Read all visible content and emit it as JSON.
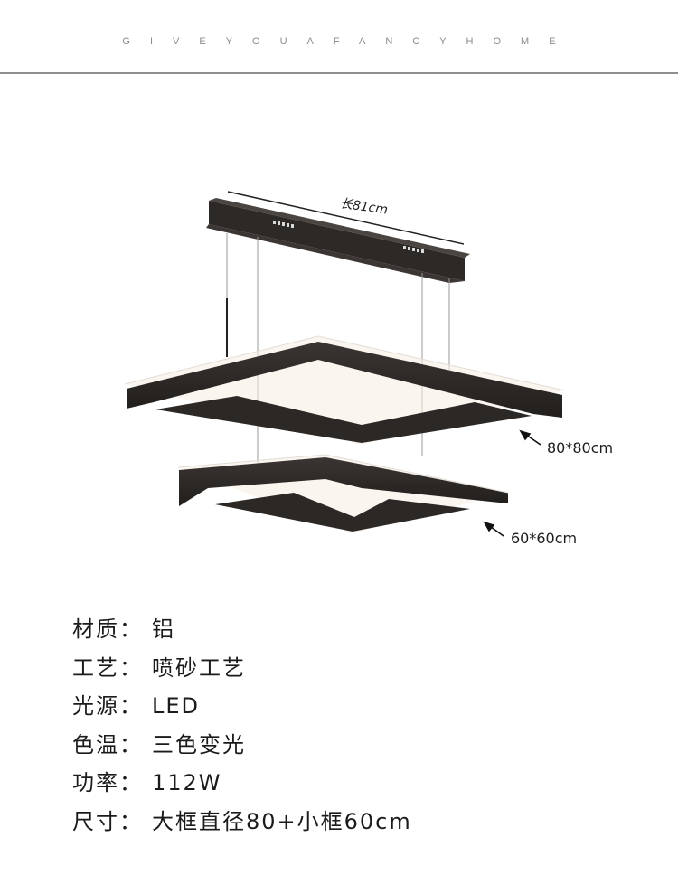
{
  "header": {
    "slogan": "GIVEYOUAFANCYHOME"
  },
  "illustration": {
    "subject": "two-tier square LED pendant chandelier",
    "canopy_length_label": "长81cm",
    "large_frame_label": "80*80cm",
    "small_frame_label": "60*60cm",
    "colors": {
      "frame": "#2e2a27",
      "glow": "#f6efe2",
      "wire": "#8a8a8a"
    }
  },
  "specs": [
    {
      "label": "材质：",
      "value": "铝"
    },
    {
      "label": "工艺：",
      "value": "喷砂工艺"
    },
    {
      "label": "光源：",
      "value": "LED"
    },
    {
      "label": "色温：",
      "value": "三色变光"
    },
    {
      "label": "功率：",
      "value": "112W"
    },
    {
      "label": "尺寸：",
      "value": "大框直径80+小框60cm"
    }
  ]
}
